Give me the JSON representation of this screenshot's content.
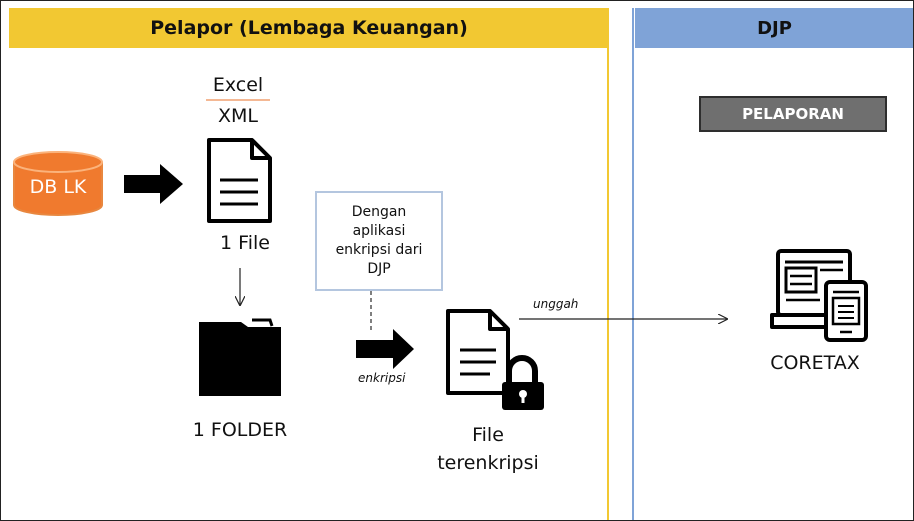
{
  "headers": {
    "left": "Pelapor (Lembaga Keuangan)",
    "right": "DJP"
  },
  "nodes": {
    "db": "DB LK",
    "format_top": "Excel",
    "format_bottom": "XML",
    "file_count": "1 File",
    "folder_count": "1 FOLDER",
    "note": "Dengan\naplikasi\nenkripsi dari\nDJP",
    "encrypt_label": "enkripsi",
    "encrypted_file_line1": "File",
    "encrypted_file_line2": "terenkripsi",
    "upload_label": "unggah",
    "pelaporan": "PELAPORAN",
    "coretax": "CORETAX"
  },
  "colors": {
    "left_header": "#f2c832",
    "right_header": "#7fa3d7",
    "db_fill": "#f07a2e",
    "note_border": "#b4c6df",
    "pelaporan_fill": "#6f6f6f"
  }
}
